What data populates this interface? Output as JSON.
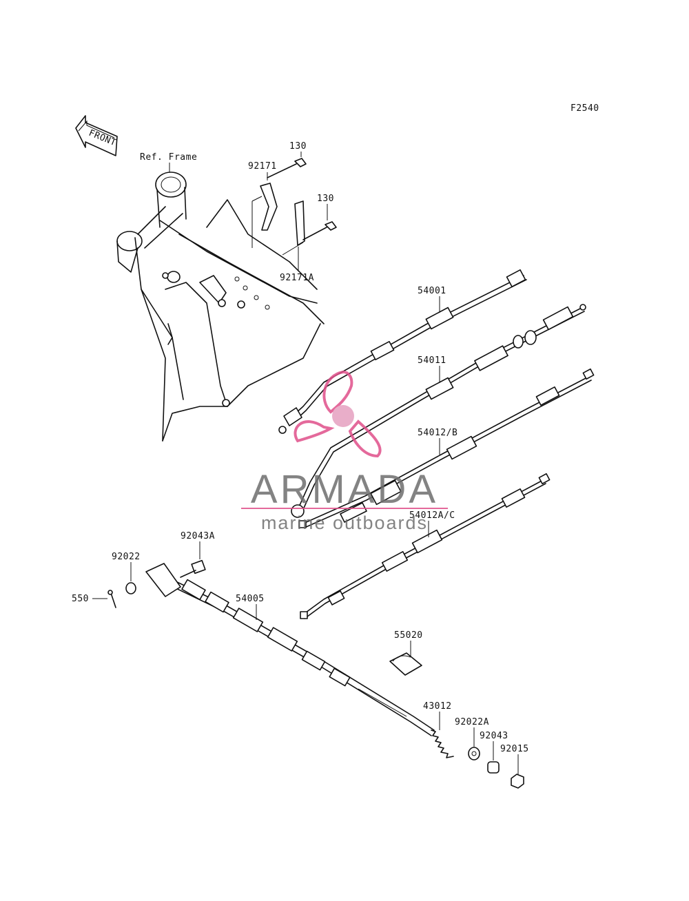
{
  "diagram": {
    "figure_code": "F2540",
    "front_arrow_label": "FRONT",
    "ref_frame_label": "Ref. Frame",
    "callouts": {
      "c130a": "130",
      "c130b": "130",
      "c92171": "92171",
      "c92171A": "92171A",
      "c54001": "54001",
      "c54011": "54011",
      "c54012B": "54012/B",
      "c54012AC": "54012A/C",
      "c92043A": "92043A",
      "c92022": "92022",
      "c550": "550",
      "c54005": "54005",
      "c55020": "55020",
      "c43012": "43012",
      "c92022A": "92022A",
      "c92043": "92043",
      "c92015": "92015"
    }
  },
  "watermark": {
    "brand": "ARMADA",
    "tagline": "marine outboards",
    "accent_color": "#e0508a",
    "text_color": "#6e6e6e"
  }
}
